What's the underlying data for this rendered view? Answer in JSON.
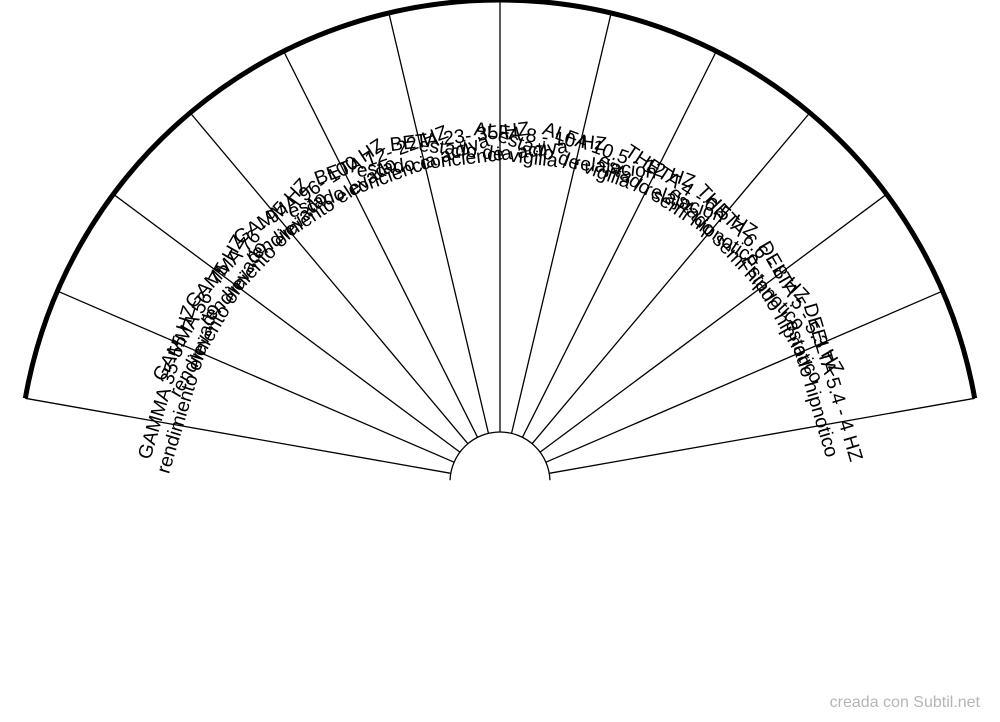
{
  "diagram": {
    "sectors": [
      {
        "line1": "GAMMA 35-55  HZ",
        "line2": "rendimiento elevado"
      },
      {
        "line1": "GAMMA 56- 75  HZ",
        "line2": "rendimiento elevado"
      },
      {
        "line1": "GAMMA 76 - 95  HZ",
        "line2": "rendimiento elevado"
      },
      {
        "line1": "GAMMA 96- 100  HZ",
        "line2": "rendimiento elevado"
      },
      {
        "line1": "BETA 12- 22 HZ",
        "line2": "estado conciencia activa"
      },
      {
        "line1": "BETA 23- 35  HZ",
        "line2": "estado conciencia activa"
      },
      {
        "line1": "ALFA  8  - 10 HZ",
        "line2": "estado de vigilia / relajacion"
      },
      {
        "line1": "ALFA 10.5  - 12  HZ",
        "line2": "estado de vigilia / relajacion"
      },
      {
        "line1": "THETA  4 - 6.5  HZ",
        "line2": "estado semi hipnotico"
      },
      {
        "line1": "THETA  6.6  -  8  HZ",
        "line2": "estado semi hipnotico"
      },
      {
        "line1": "DELTA   5  - 5.3  HZ",
        "line2": "Estado hipnotico"
      },
      {
        "line1": "DEELTA     5.4  -  4 HZ",
        "line2": "estado hipnotico"
      }
    ]
  },
  "watermark": "creada con Subtil.net"
}
